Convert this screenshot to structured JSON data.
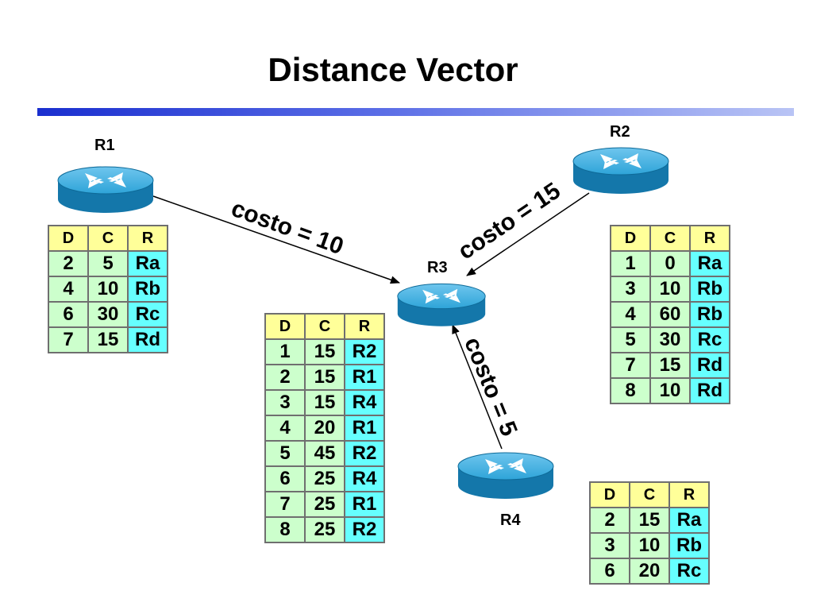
{
  "title": "Distance Vector",
  "routers": {
    "r1": {
      "label": "R1"
    },
    "r2": {
      "label": "R2"
    },
    "r3": {
      "label": "R3"
    },
    "r4": {
      "label": "R4"
    }
  },
  "links": {
    "r1_r3": "costo = 10",
    "r2_r3": "costo = 15",
    "r4_r3": "costo = 5"
  },
  "table_headers": [
    "D",
    "C",
    "R"
  ],
  "tables": {
    "r1": [
      [
        "2",
        "5",
        "Ra"
      ],
      [
        "4",
        "10",
        "Rb"
      ],
      [
        "6",
        "30",
        "Rc"
      ],
      [
        "7",
        "15",
        "Rd"
      ]
    ],
    "r2": [
      [
        "1",
        "0",
        "Ra"
      ],
      [
        "3",
        "10",
        "Rb"
      ],
      [
        "4",
        "60",
        "Rb"
      ],
      [
        "5",
        "30",
        "Rc"
      ],
      [
        "7",
        "15",
        "Rd"
      ],
      [
        "8",
        "10",
        "Rd"
      ]
    ],
    "r3": [
      [
        "1",
        "15",
        "R2"
      ],
      [
        "2",
        "15",
        "R1"
      ],
      [
        "3",
        "15",
        "R4"
      ],
      [
        "4",
        "20",
        "R1"
      ],
      [
        "5",
        "45",
        "R2"
      ],
      [
        "6",
        "25",
        "R4"
      ],
      [
        "7",
        "25",
        "R1"
      ],
      [
        "8",
        "25",
        "R2"
      ]
    ],
    "r4": [
      [
        "2",
        "15",
        "Ra"
      ],
      [
        "3",
        "10",
        "Rb"
      ],
      [
        "6",
        "20",
        "Rc"
      ]
    ]
  },
  "colors": {
    "router_body": "#1a8fc4",
    "header_cell": "#ffff99",
    "dest_cost_cell": "#ccffcc",
    "route_cell": "#66ffff"
  }
}
